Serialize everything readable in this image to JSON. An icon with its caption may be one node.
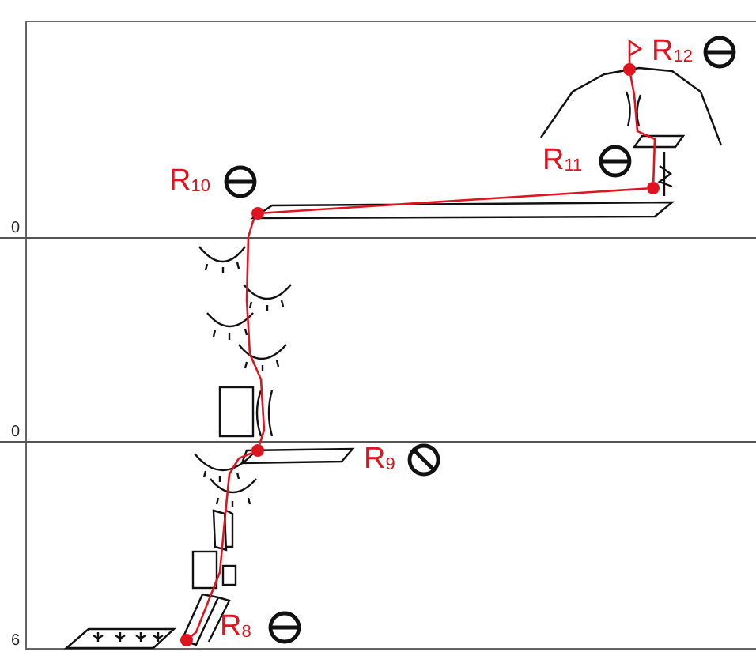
{
  "diagram": {
    "nodes": [
      {
        "text": [],
        "shape": "circle",
        "beside": [
          "R$_{8}$"
        ]
      },
      {
        "text": [],
        "shape": "circle",
        "beside": [
          "R$_{9}$"
        ]
      },
      {
        "text": [],
        "shape": "circle",
        "beside": [
          "R$_{10}$"
        ]
      },
      {
        "text": [],
        "shape": "circle",
        "beside": [
          "R$_{11}$"
        ]
      },
      {
        "text": [],
        "shape": "circle",
        "beside": [
          "R$_{12}$"
        ]
      }
    ],
    "edges": [
      {
        "from": 0,
        "to": 1,
        "arrow": "none"
      },
      {
        "from": 1,
        "to": 2,
        "arrow": "none"
      },
      {
        "from": 2,
        "to": 3,
        "arrow": "none"
      },
      {
        "from": 3,
        "to": 4,
        "arrow": "none"
      }
    ],
    "labels": [
      "0",
      "0",
      "6"
    ]
  }
}
